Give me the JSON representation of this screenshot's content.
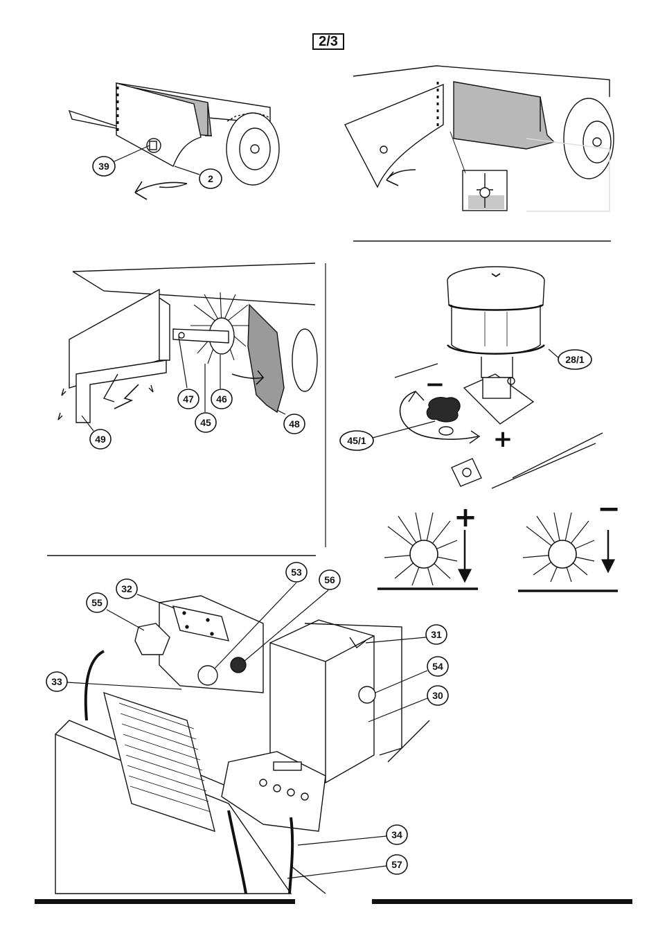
{
  "page": {
    "label": "2/3"
  },
  "callouts": {
    "c39": "39",
    "c2": "2",
    "c47": "47",
    "c46": "46",
    "c45": "45",
    "c48": "48",
    "c49": "49",
    "c28_1": "28/1",
    "c45_1": "45/1",
    "c32": "32",
    "c53": "53",
    "c56": "56",
    "c55": "55",
    "c33": "33",
    "c31": "31",
    "c54": "54",
    "c30": "30",
    "c34": "34",
    "c57": "57"
  },
  "signs": {
    "minus": "−",
    "plus": "+",
    "plus_small": "+",
    "minus_small": "−"
  }
}
